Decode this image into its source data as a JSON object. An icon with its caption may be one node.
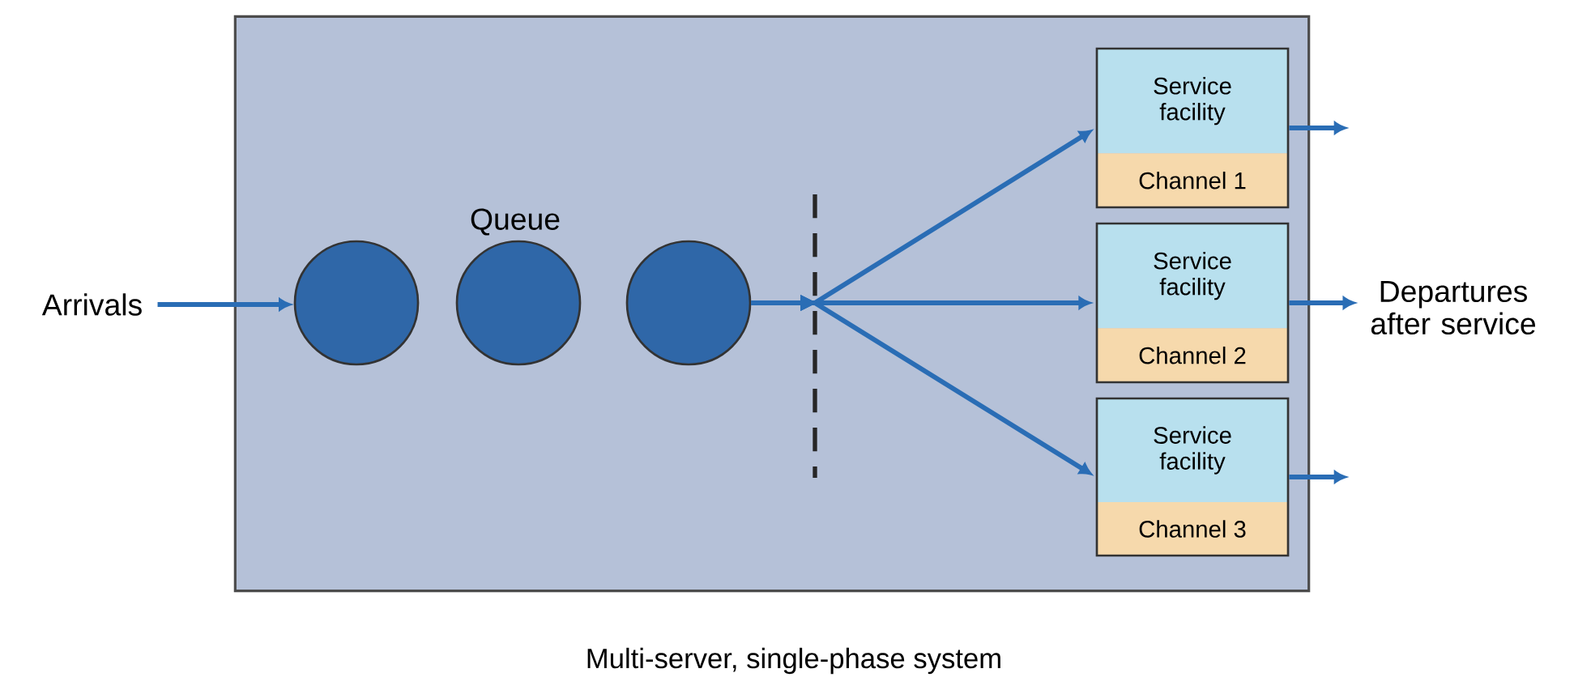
{
  "diagram": {
    "caption": "Multi-server, single-phase system",
    "nodes": [
      {
        "text": [],
        "shape": "box"
      },
      {
        "text": [
          "Arrivals"
        ]
      },
      {
        "text": [],
        "shape": "circle",
        "in": 0
      },
      {
        "text": [],
        "shape": "circle",
        "in": 0
      },
      {
        "text": [],
        "shape": "circle",
        "in": 0
      },
      {
        "text": [
          "Service facility",
          "Channel 1"
        ],
        "in": 0
      },
      {
        "text": [
          "Service facility",
          "Channel 2"
        ],
        "in": 0
      },
      {
        "text": [
          "Service facility",
          "Channel 3"
        ],
        "in": 0
      },
      {
        "text": [
          "Departures after service"
        ]
      }
    ],
    "edges": [
      {
        "from": 1,
        "to": 2,
        "arrow": "to"
      },
      {
        "from": 4,
        "to": 5,
        "arrow": "to"
      },
      {
        "from": 4,
        "to": 6,
        "arrow": "to"
      },
      {
        "from": 4,
        "to": 7,
        "arrow": "to"
      },
      {
        "from": 5,
        "to": null,
        "arrow": "to"
      },
      {
        "from": 6,
        "to": 8,
        "arrow": "to"
      },
      {
        "from": 7,
        "to": null,
        "arrow": "to"
      }
    ],
    "labels": [
      "Queue"
    ]
  }
}
